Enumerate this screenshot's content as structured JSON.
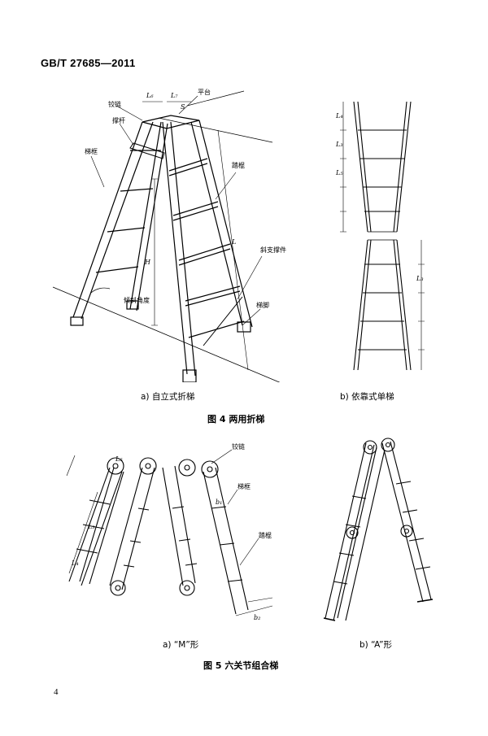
{
  "header": {
    "standard_code": "GB/T 27685—2011"
  },
  "figure4": {
    "title": "图 4   两用折梯",
    "a": {
      "caption": "a)   自立式折梯",
      "labels": {
        "hinge": "铰链",
        "platform": "平台",
        "stay_bar": "撑杆",
        "stile": "梯框",
        "tread": "踏棍",
        "brace": "斜支撑件",
        "foot": "梯脚",
        "tilt_angle": "倾斜角度"
      },
      "dims": {
        "l6": "L₆",
        "l7": "L₇",
        "s": "S",
        "l": "L",
        "h": "H"
      }
    },
    "b": {
      "caption": "b)   依靠式单梯",
      "dims": {
        "l4": "L₄",
        "l3": "L₃",
        "l5": "L₅"
      }
    }
  },
  "figure5": {
    "title": "图 5   六关节组合梯",
    "a": {
      "caption": "a)   “M”形",
      "labels": {
        "hinge": "铰链",
        "stile": "梯框",
        "tread": "踏棍"
      },
      "dims": {
        "l5": "L₅",
        "l3": "L₃",
        "l4": "L₄",
        "b1": "b₁",
        "b2": "b₂"
      }
    },
    "b": {
      "caption": "b)   “A”形"
    }
  },
  "footer": {
    "page_number": "4"
  }
}
